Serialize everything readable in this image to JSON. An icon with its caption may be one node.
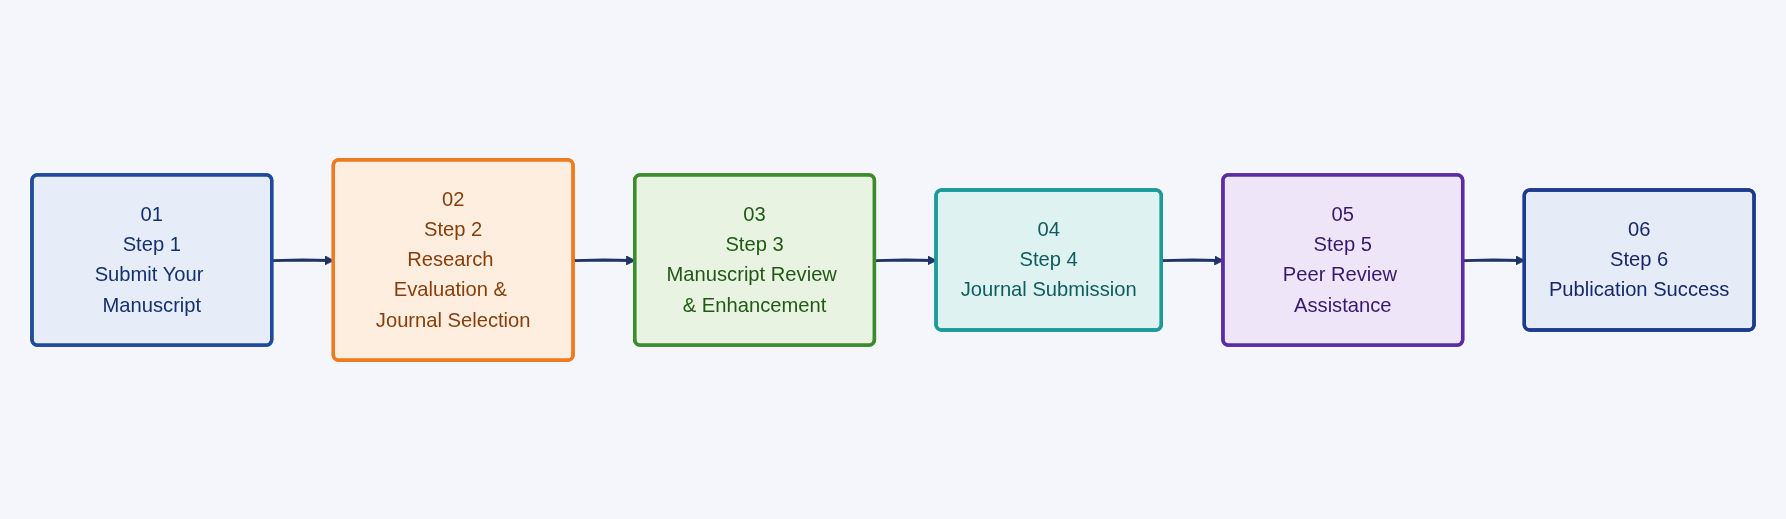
{
  "diagram": {
    "nodes": [
      {
        "text": [
          "01",
          "Step 1",
          "Submit Your Manuscript"
        ]
      },
      {
        "text": [
          "02",
          "Step 2",
          "Research Evaluation & Journal Selection"
        ]
      },
      {
        "text": [
          "03",
          "Step 3",
          "Manuscript Review & Enhancement"
        ]
      },
      {
        "text": [
          "04",
          "Step 4",
          "Journal Submission"
        ]
      },
      {
        "text": [
          "05",
          "Step 5",
          "Peer Review Assistance"
        ]
      },
      {
        "text": [
          "06",
          "Step 6",
          "Publication Success"
        ]
      }
    ],
    "edges": [
      {
        "from": 0,
        "to": 1,
        "arrow": "to"
      },
      {
        "from": 1,
        "to": 2,
        "arrow": "to"
      },
      {
        "from": 2,
        "to": 3,
        "arrow": "to"
      },
      {
        "from": 3,
        "to": 4,
        "arrow": "to"
      },
      {
        "from": 4,
        "to": 5,
        "arrow": "to"
      }
    ]
  }
}
